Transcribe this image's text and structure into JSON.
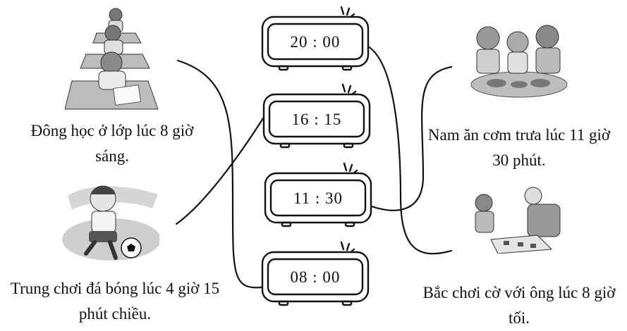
{
  "activities": {
    "dong": "Đông học ở lớp lúc 8 giờ sáng.",
    "trung": "Trung chơi đá bóng lúc 4 giờ 15 phút chiều.",
    "nam": "Nam ăn cơm trưa lúc 11 giờ 30 phút.",
    "bac": "Bắc chơi cờ với ông lúc 8 giờ tối."
  },
  "clocks": [
    "20 : 00",
    "16 : 15",
    "11 : 30",
    "08 : 00"
  ],
  "icons": [
    "classroom-illustration",
    "football-illustration",
    "family-meal-illustration",
    "board-game-illustration",
    "alarm-clock-icon"
  ]
}
